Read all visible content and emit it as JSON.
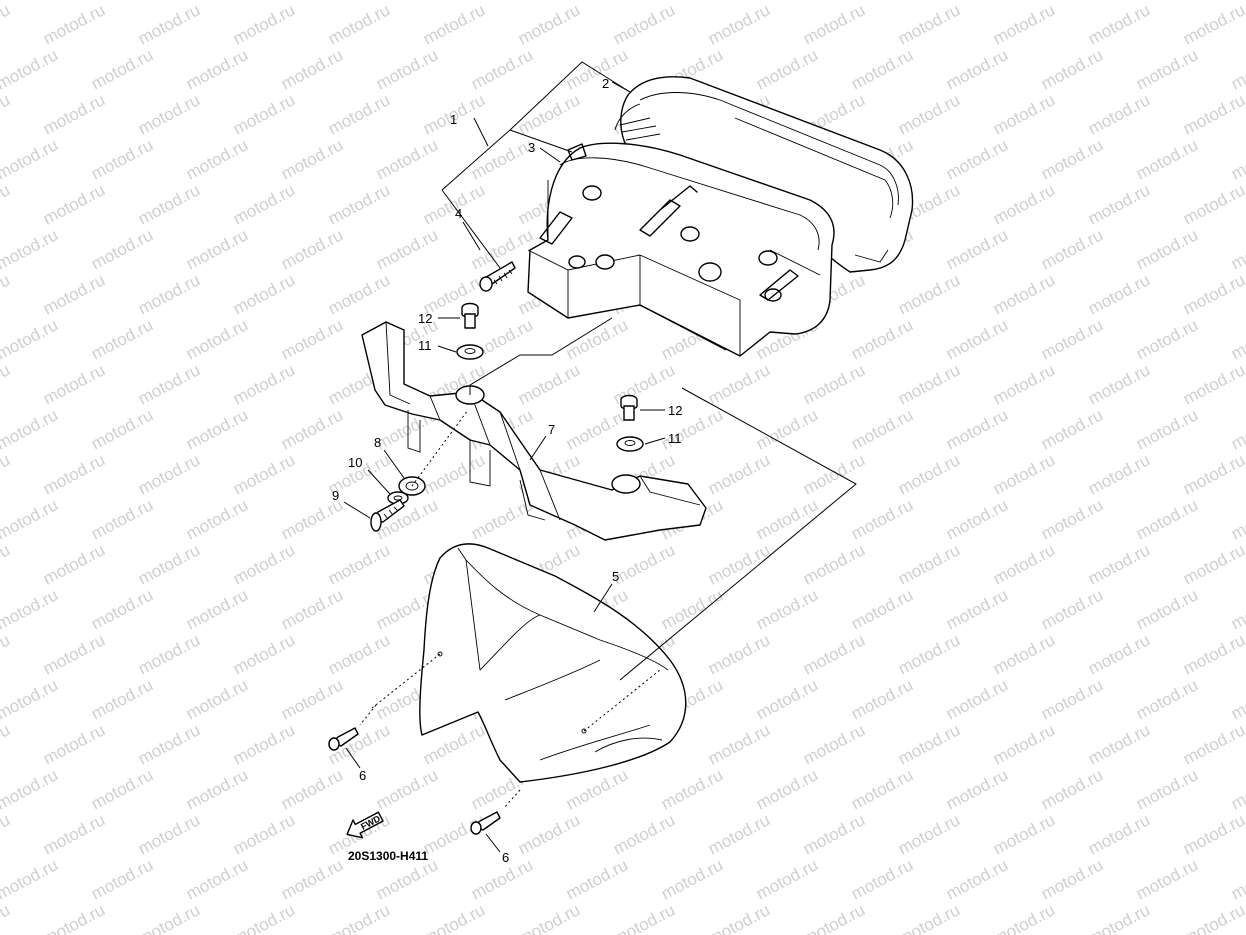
{
  "watermark": "motod.ru",
  "callouts": {
    "c1": "1",
    "c2": "2",
    "c3": "3",
    "c4": "4",
    "c5": "5",
    "c6a": "6",
    "c6b": "6",
    "c7": "7",
    "c8": "8",
    "c9": "9",
    "c10": "10",
    "c11a": "11",
    "c11b": "11",
    "c12a": "12",
    "c12b": "12"
  },
  "fwd_label": "FWD",
  "diagram_code": "20S1300-H411",
  "colors": {
    "line": "#000000",
    "watermark": "#cfcfcf",
    "background": "#ffffff"
  }
}
